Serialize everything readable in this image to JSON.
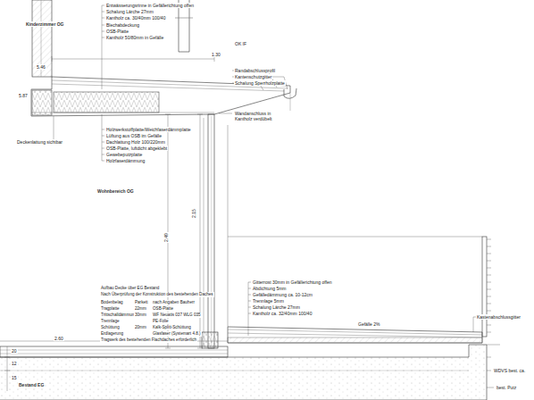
{
  "diagram": {
    "labels": [
      "Kinderzimmer OG",
      "Entwässerungsrinne in Gefällerichtung offen",
      "Schalung Lärche 27mm",
      "Kantholz ca. 30/40mm 100/40",
      "Blechabdeckung",
      "OSB-Platte",
      "Kantholz 50/80mm in Gefälle",
      "OK IF",
      "1.30",
      "5.46",
      "5.87",
      "Randabschlussprofil",
      "Kantenschutzgitter",
      "Schalung Sperrholzplatte",
      "Wandanschluss in",
      "Kantholz verdübelt",
      "Deckenlattung sichtbar",
      "Holzwerkstoffplatte/Weichfaserdämmplatte",
      "Lüftung aus OSB im Gefälle",
      "Dachlattung Holz 100/220mm",
      "OSB-Platte, luftdicht abgeklebt",
      "Gewebeputzplatte",
      "Holzfaserdämmung",
      "Wohnbereich OG",
      "2.15",
      "2.49",
      "Aufbau Decke über EG Bestand",
      "Nach Überprüfung der Konstruktion des bestehenden Daches",
      "Bodenbelag",
      "Parkett",
      "nach Angaben Bauherr",
      "Tragplatte",
      "22mm",
      "OSB-Platte",
      "Trittschalldämmung",
      "30mm",
      "WF Neuatis 037 WLG 035",
      "Trennlage",
      "PE-Folie",
      "Schüttung",
      "20mm",
      "Kalk-Splitt-Schüttung",
      "Erdlagerung",
      "Glasfaser (Systemart 4.8.)",
      "Tragwerk des bestehenden Flachdaches erforderlich",
      "2.60",
      "20",
      "12",
      "15",
      "Bestand EG",
      "Gitterrost 30mm in Gefällerichtung offen",
      "Abdichtung 5mm",
      "Gefälledämmung ca. 10-12cm",
      "Trennlage 5mm",
      "Schalung Lärche 27mm",
      "Kantholz ca. 32/40mm 100/40",
      "Gefälle 2%",
      "Kastenabschlussgitter",
      "WDVS best. ca.",
      "best. Putz"
    ]
  }
}
